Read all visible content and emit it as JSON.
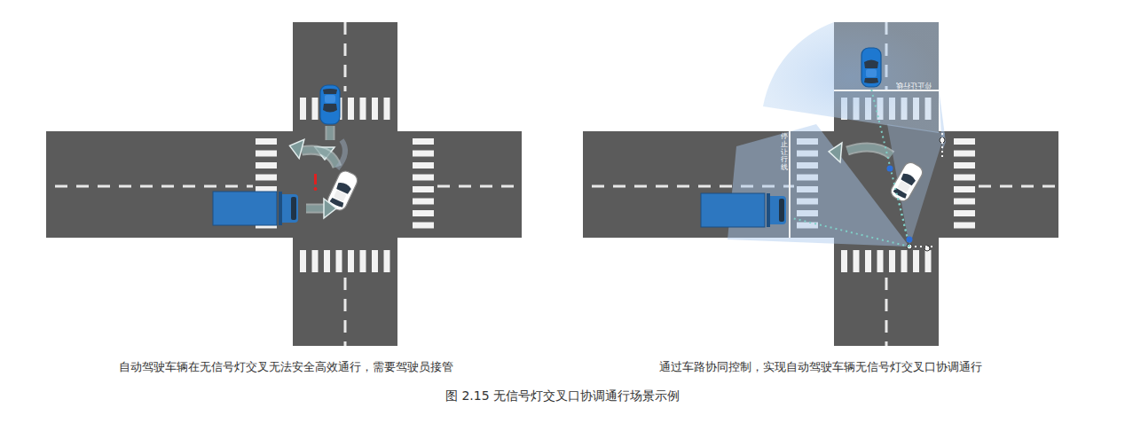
{
  "diagram": {
    "caption": "图 2.15 无信号灯交叉口协调通行场景示例",
    "labels": [
      "停止让行线",
      "停止让行线",
      "自动驾驶车辆在无信号灯交叉无法安全高效通行，需要驾驶员接管",
      "通过车路协同控制，实现自动驾驶车辆无信号灯交叉口协调通行"
    ]
  }
}
